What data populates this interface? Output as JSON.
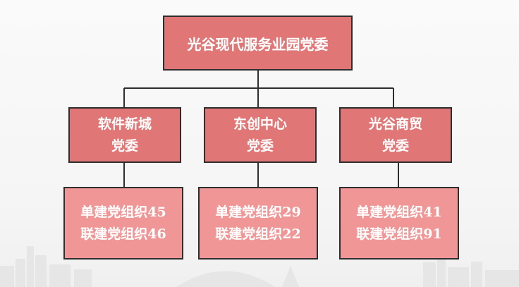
{
  "colors": {
    "top_fill": "#e07676",
    "committee_fill": "#e07676",
    "org_fill": "#f09696",
    "border": "#2e2e2e",
    "text": "#ffffff"
  },
  "root": {
    "label": "光谷现代服务业园党委"
  },
  "committees": [
    {
      "line1": "软件新城",
      "line2": "党委",
      "orgs": {
        "single": "单建党组织45",
        "joint": "联建党组织46"
      }
    },
    {
      "line1": "东创中心",
      "line2": "党委",
      "orgs": {
        "single": "单建党组织29",
        "joint": "联建党组织22"
      }
    },
    {
      "line1": "光谷商贸",
      "line2": "党委",
      "orgs": {
        "single": "单建党组织41",
        "joint": "联建党组织91"
      }
    }
  ]
}
